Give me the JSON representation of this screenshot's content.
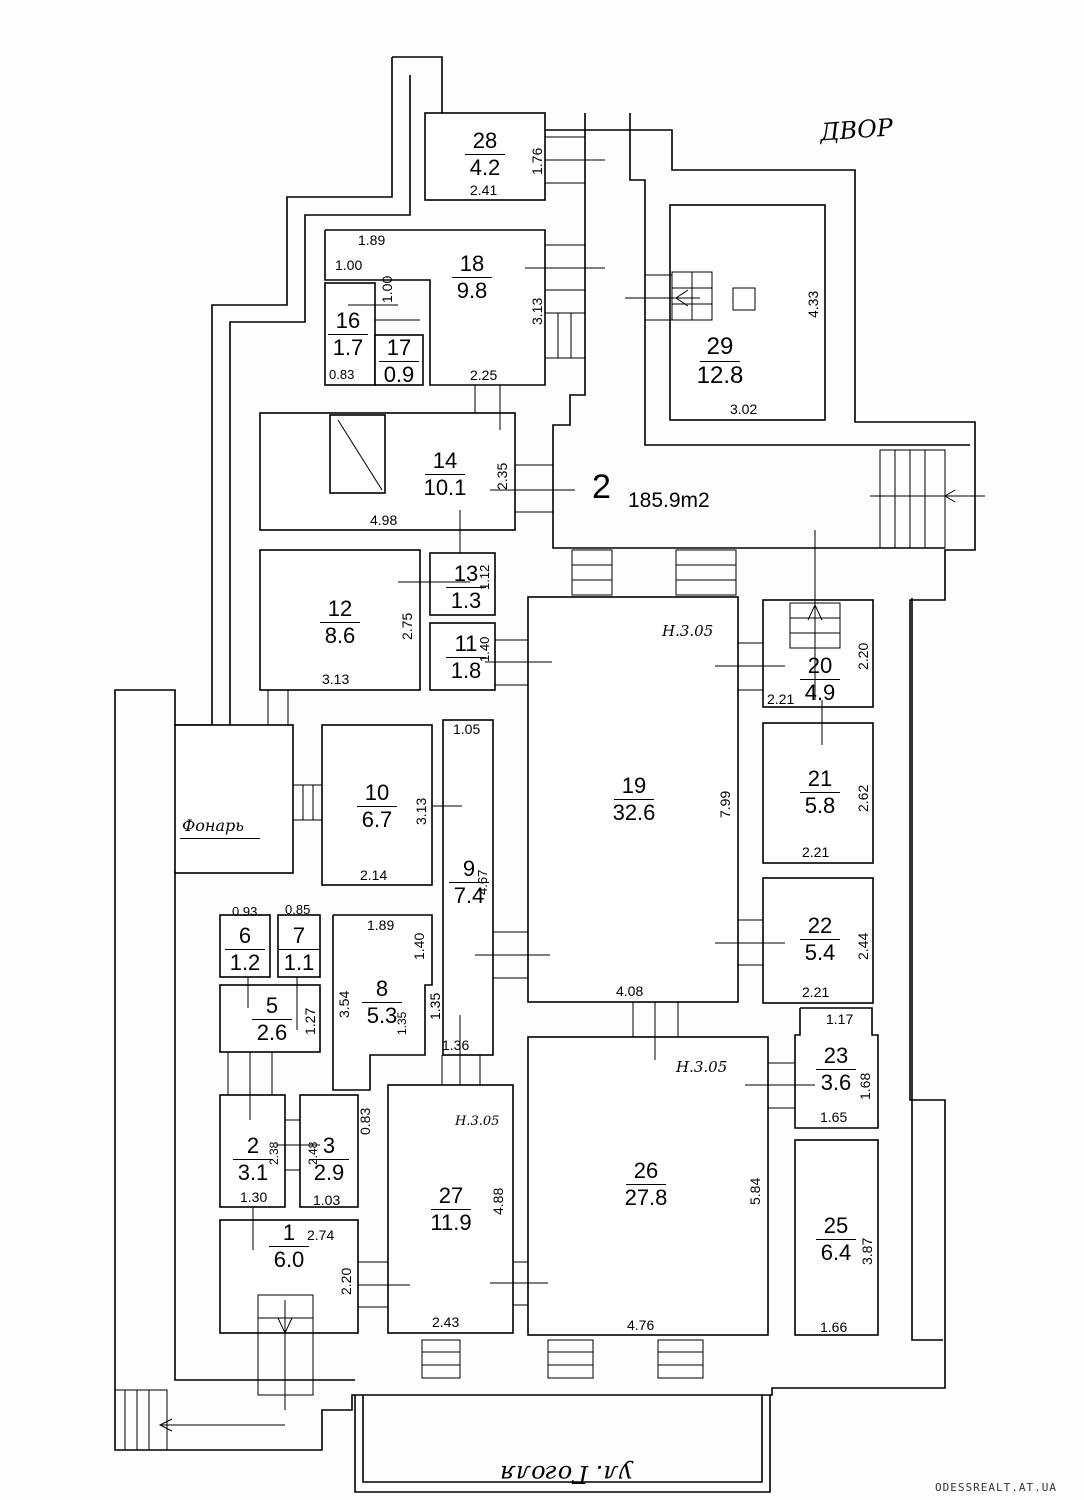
{
  "rooms": [
    {
      "id": "room-1",
      "number": "1",
      "area": "6.0"
    },
    {
      "id": "room-2",
      "number": "2",
      "area": "3.1"
    },
    {
      "id": "room-3",
      "number": "3",
      "area": "2.9"
    },
    {
      "id": "room-5",
      "number": "5",
      "area": "2.6"
    },
    {
      "id": "room-6",
      "number": "6",
      "area": "1.2"
    },
    {
      "id": "room-7",
      "number": "7",
      "area": "1.1"
    },
    {
      "id": "room-8",
      "number": "8",
      "area": "5.3"
    },
    {
      "id": "room-9",
      "number": "9",
      "area": "7.4"
    },
    {
      "id": "room-10",
      "number": "10",
      "area": "6.7"
    },
    {
      "id": "room-11",
      "number": "11",
      "area": "1.8"
    },
    {
      "id": "room-12",
      "number": "12",
      "area": "8.6"
    },
    {
      "id": "room-13",
      "number": "13",
      "area": "1.3"
    },
    {
      "id": "room-14",
      "number": "14",
      "area": "10.1"
    },
    {
      "id": "room-16",
      "number": "16",
      "area": "1.7"
    },
    {
      "id": "room-17",
      "number": "17",
      "area": "0.9"
    },
    {
      "id": "room-18",
      "number": "18",
      "area": "9.8"
    },
    {
      "id": "room-19",
      "number": "19",
      "area": "32.6"
    },
    {
      "id": "room-20",
      "number": "20",
      "area": "4.9"
    },
    {
      "id": "room-21",
      "number": "21",
      "area": "5.8"
    },
    {
      "id": "room-22",
      "number": "22",
      "area": "5.4"
    },
    {
      "id": "room-23",
      "number": "23",
      "area": "3.6"
    },
    {
      "id": "room-25",
      "number": "25",
      "area": "6.4"
    },
    {
      "id": "room-26",
      "number": "26",
      "area": "27.8"
    },
    {
      "id": "room-27",
      "number": "27",
      "area": "11.9"
    },
    {
      "id": "room-28",
      "number": "28",
      "area": "4.2"
    },
    {
      "id": "room-29",
      "number": "29",
      "area": "12.8"
    }
  ],
  "corridor": {
    "number": "2",
    "area": "185.9m2"
  },
  "dimensions": [
    "1.76",
    "2.41",
    "1.89",
    "1.00",
    "1.00",
    "0.83",
    "3.13",
    "2.25",
    "4.33",
    "3.02",
    "2.35",
    "4.98",
    "1.12",
    "2.75",
    "3.13",
    "1.40",
    "2.20",
    "2.21",
    "1.05",
    "3.13",
    "2.14",
    "7.99",
    "2.62",
    "2.21",
    "4.67",
    "0.93",
    "0.85",
    "1.89",
    "1.40",
    "3.54",
    "1.27",
    "1.35",
    "1.35",
    "1.36",
    "4.08",
    "2.44",
    "2.21",
    "1.17",
    "1.68",
    "1.65",
    "0.83",
    "2.38",
    "2.48",
    "1.30",
    "1.03",
    "2.74",
    "2.20",
    "4.88",
    "2.43",
    "5.84",
    "4.76",
    "3.87",
    "1.66"
  ],
  "heights": [
    "Н.3.05",
    "Н.3.05",
    "Н.3.05"
  ],
  "labels": {
    "yard": "ДВОР",
    "lanterns": "Фонарь",
    "street": "ул. Гоголя",
    "watermark": "ODESSREALT.AT.UA"
  }
}
